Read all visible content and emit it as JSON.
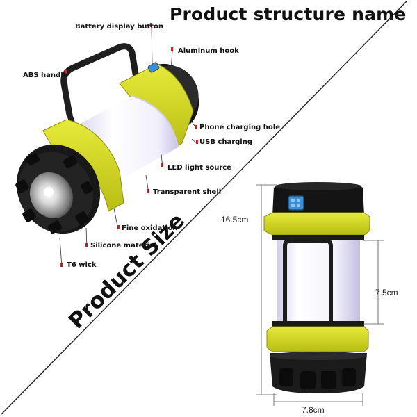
{
  "title": "Product structure name",
  "size_title": "Product Size",
  "labels": {
    "battery_button": "Battery display button",
    "aluminum_hook": "Aluminum hook",
    "abs_handle": "ABS handle",
    "phone_charging_hole": "Phone charging hole",
    "usb_charging": "USB charging",
    "led_light_source": "LED light source",
    "transparent_shell": "Transparent shell",
    "fine_oxidation": "Fine oxidation",
    "silicone_material": "Silicone material",
    "t6_wick": "T6 wick"
  },
  "dimensions": {
    "height": "16.5cm",
    "body_height": "7.5cm",
    "width": "7.8cm"
  },
  "colors": {
    "accent_yellow": "#d6dc1c",
    "marker_red": "#e02020",
    "body_black": "#1b1b1b",
    "led_white": "#f2f1fb",
    "button_blue": "#3a8fd6"
  }
}
